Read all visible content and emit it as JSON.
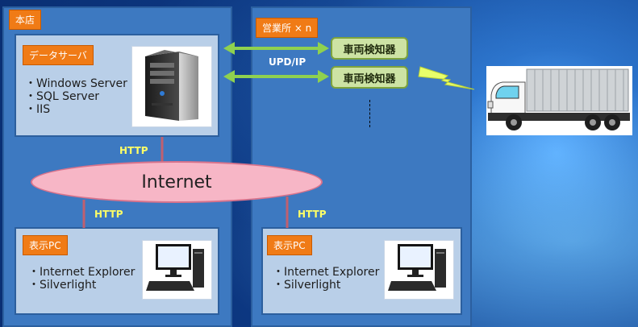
{
  "head_office": {
    "tag": "本店",
    "data_server": {
      "tag": "データサーバ",
      "items": [
        "・Windows Server",
        "・SQL Server",
        "・IIS"
      ]
    },
    "display_pc": {
      "tag": "表示PC",
      "items": [
        "・Internet Explorer",
        "・Silverlight"
      ]
    }
  },
  "branch": {
    "tag": "営業所 × n",
    "devices": [
      "車両検知器",
      "車両検知器"
    ],
    "display_pc": {
      "tag": "表示PC",
      "items": [
        "・Internet Explorer",
        "・Silverlight"
      ]
    }
  },
  "labels": {
    "udp": "UPD/IP",
    "http_server": "HTTP",
    "http_left_pc": "HTTP",
    "http_right_pc": "HTTP"
  },
  "internet": {
    "label": "Internet"
  },
  "colors": {
    "background": "#0d3a86",
    "panel": "#3d79c1",
    "card": "#b9cfe8",
    "tag": "#f07b16",
    "device": "#cde3a4",
    "arrow": "#8fd14f",
    "http_text": "#ffff66",
    "internet": "#f7b6c6"
  },
  "icons": [
    "server-icon",
    "desktop-pc-icon",
    "truck-icon",
    "wireless-signal-icon"
  ]
}
